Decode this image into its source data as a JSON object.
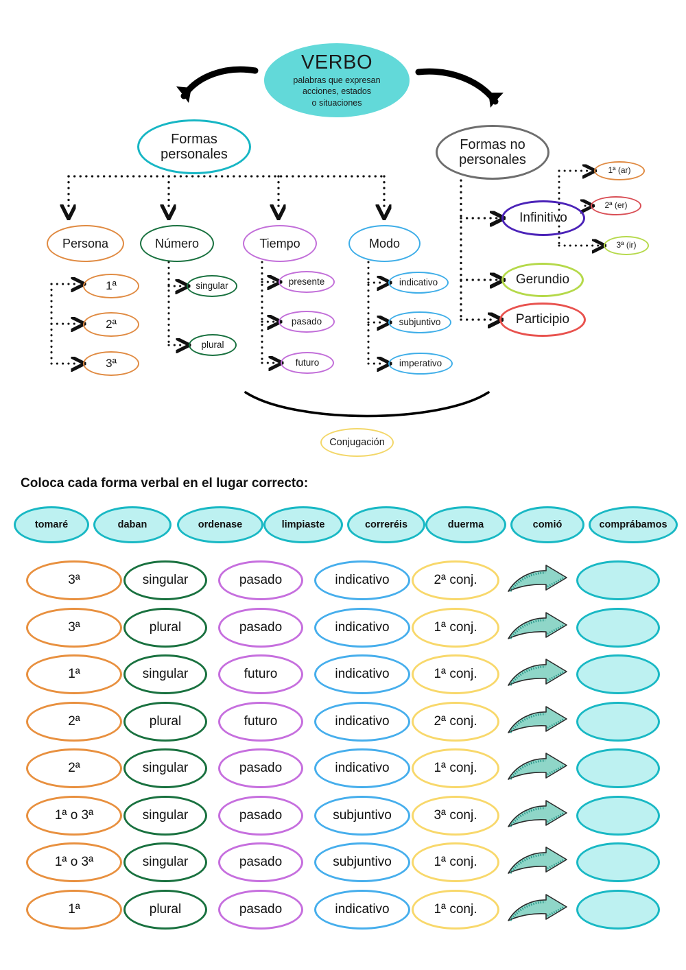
{
  "diagram": {
    "root": {
      "title": "VERBO",
      "subtitle": "palabras que expresan\nacciones, estados\no situaciones"
    },
    "branch_left": {
      "label": "Formas\npersonales"
    },
    "branch_right": {
      "label": "Formas no\npersonales"
    },
    "personal_categories": [
      {
        "label": "Persona",
        "color": "#E08B43",
        "children": [
          {
            "label": "1ª"
          },
          {
            "label": "2ª"
          },
          {
            "label": "3ª"
          }
        ]
      },
      {
        "label": "Número",
        "color": "#19713F",
        "children": [
          {
            "label": "singular"
          },
          {
            "label": "plural"
          }
        ]
      },
      {
        "label": "Tiempo",
        "color": "#C26FD9",
        "children": [
          {
            "label": "presente"
          },
          {
            "label": "pasado"
          },
          {
            "label": "futuro"
          }
        ]
      },
      {
        "label": "Modo",
        "color": "#3FAEE8",
        "children": [
          {
            "label": "indicativo"
          },
          {
            "label": "subjuntivo"
          },
          {
            "label": "imperativo"
          }
        ]
      }
    ],
    "non_personal_forms": [
      {
        "label": "Infinitivo",
        "color": "#4B23B8"
      },
      {
        "label": "Gerundio",
        "color": "#B5D94A"
      },
      {
        "label": "Participio",
        "color": "#E8524E"
      }
    ],
    "conjugations": [
      {
        "label": "1ª (ar)",
        "color": "#E08B43"
      },
      {
        "label": "2ª (er)",
        "color": "#D94F56"
      },
      {
        "label": "3ª (ir)",
        "color": "#B5D94A"
      }
    ],
    "conjugacion_label": "Conjugación"
  },
  "exercise": {
    "prompt": "Coloca cada forma verbal en el lugar correcto:",
    "word_bank": [
      "tomaré",
      "daban",
      "ordenase",
      "limpiaste",
      "correréis",
      "duerma",
      "comió",
      "comprábamos"
    ],
    "columns": [
      "persona",
      "numero",
      "tiempo",
      "modo",
      "conjugacion",
      "arrow",
      "answer"
    ],
    "rows": [
      {
        "persona": "3ª",
        "numero": "singular",
        "tiempo": "pasado",
        "modo": "indicativo",
        "conjugacion": "2ª conj.",
        "answer": ""
      },
      {
        "persona": "3ª",
        "numero": "plural",
        "tiempo": "pasado",
        "modo": "indicativo",
        "conjugacion": "1ª conj.",
        "answer": ""
      },
      {
        "persona": "1ª",
        "numero": "singular",
        "tiempo": "futuro",
        "modo": "indicativo",
        "conjugacion": "1ª conj.",
        "answer": ""
      },
      {
        "persona": "2ª",
        "numero": "plural",
        "tiempo": "futuro",
        "modo": "indicativo",
        "conjugacion": "2ª conj.",
        "answer": ""
      },
      {
        "persona": "2ª",
        "numero": "singular",
        "tiempo": "pasado",
        "modo": "indicativo",
        "conjugacion": "1ª conj.",
        "answer": ""
      },
      {
        "persona": "1ª o 3ª",
        "numero": "singular",
        "tiempo": "pasado",
        "modo": "subjuntivo",
        "conjugacion": "3ª conj.",
        "answer": ""
      },
      {
        "persona": "1ª o 3ª",
        "numero": "singular",
        "tiempo": "pasado",
        "modo": "subjuntivo",
        "conjugacion": "1ª conj.",
        "answer": ""
      },
      {
        "persona": "1ª",
        "numero": "plural",
        "tiempo": "pasado",
        "modo": "indicativo",
        "conjugacion": "1ª conj.",
        "answer": ""
      }
    ]
  },
  "colors": {
    "teal": "#19B8C4",
    "teal_fill": "#BDF1F1",
    "verbo_fill": "#62D9D9",
    "orange": "#E8903F",
    "green": "#19713F",
    "purple": "#C66FDE",
    "blue": "#46AEEC",
    "yellow": "#F8D86B",
    "grey": "#6E6E6E",
    "indigo": "#4B23B8",
    "lime": "#B5D94A",
    "red": "#E8524E",
    "arrow_fill": "#8FD6C8"
  },
  "icons": {
    "arrow": "curved-arrow-icon"
  }
}
